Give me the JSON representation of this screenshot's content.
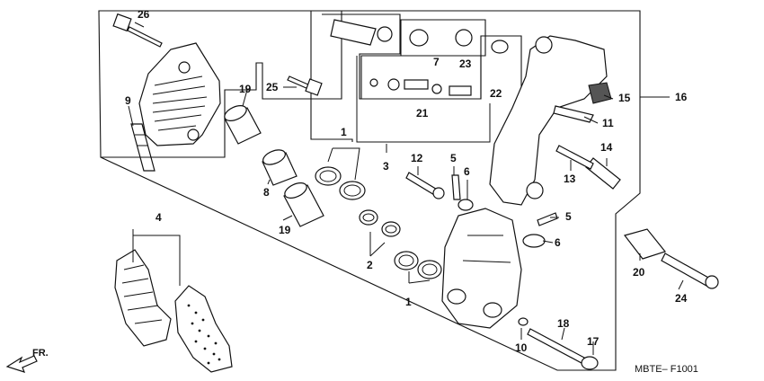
{
  "diagram_code": "MBTE– F1001",
  "direction_label": "FR.",
  "callouts": {
    "c26": "26",
    "c25": "25",
    "c9": "9",
    "c19a": "19",
    "c19b": "19",
    "c8": "8",
    "c4": "4",
    "c1a": "1",
    "c1b": "1",
    "c2": "2",
    "c3": "3",
    "c12": "12",
    "c5a": "5",
    "c5b": "5",
    "c6a": "6",
    "c6b": "6",
    "c7": "7",
    "c23": "23",
    "c22": "22",
    "c21": "21",
    "c15": "15",
    "c16": "16",
    "c11": "11",
    "c14": "14",
    "c13": "13",
    "c20": "20",
    "c24": "24",
    "c18": "18",
    "c17": "17",
    "c10": "10"
  }
}
